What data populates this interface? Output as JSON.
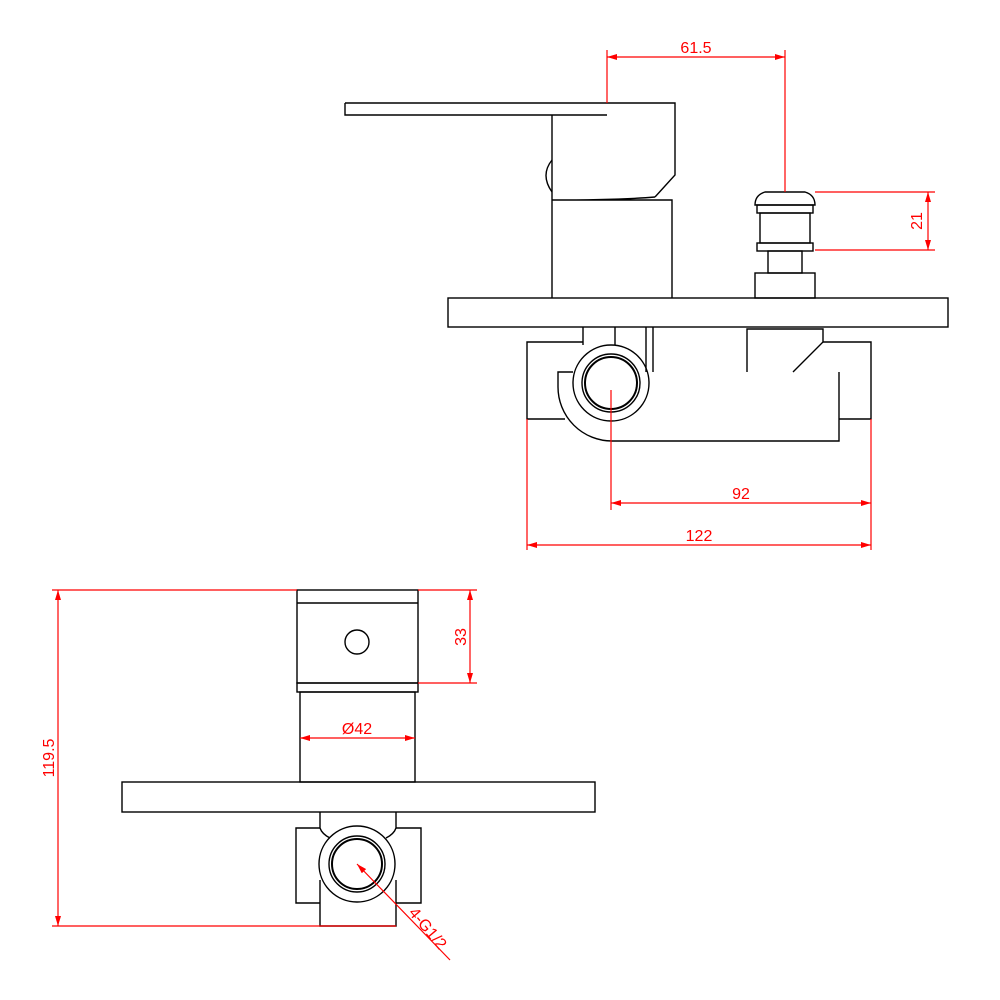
{
  "dimensions": {
    "top_view": {
      "lever_offset": "61.5",
      "knob_height": "21",
      "body_center_to_edge": "92",
      "overall_width": "122"
    },
    "front_view": {
      "overall_height": "119.5",
      "handle_height": "33",
      "handle_diameter": "Ø42",
      "thread_callout": "4-G1/2"
    }
  },
  "colors": {
    "outline": "#000000",
    "dimension": "#ff0000"
  }
}
